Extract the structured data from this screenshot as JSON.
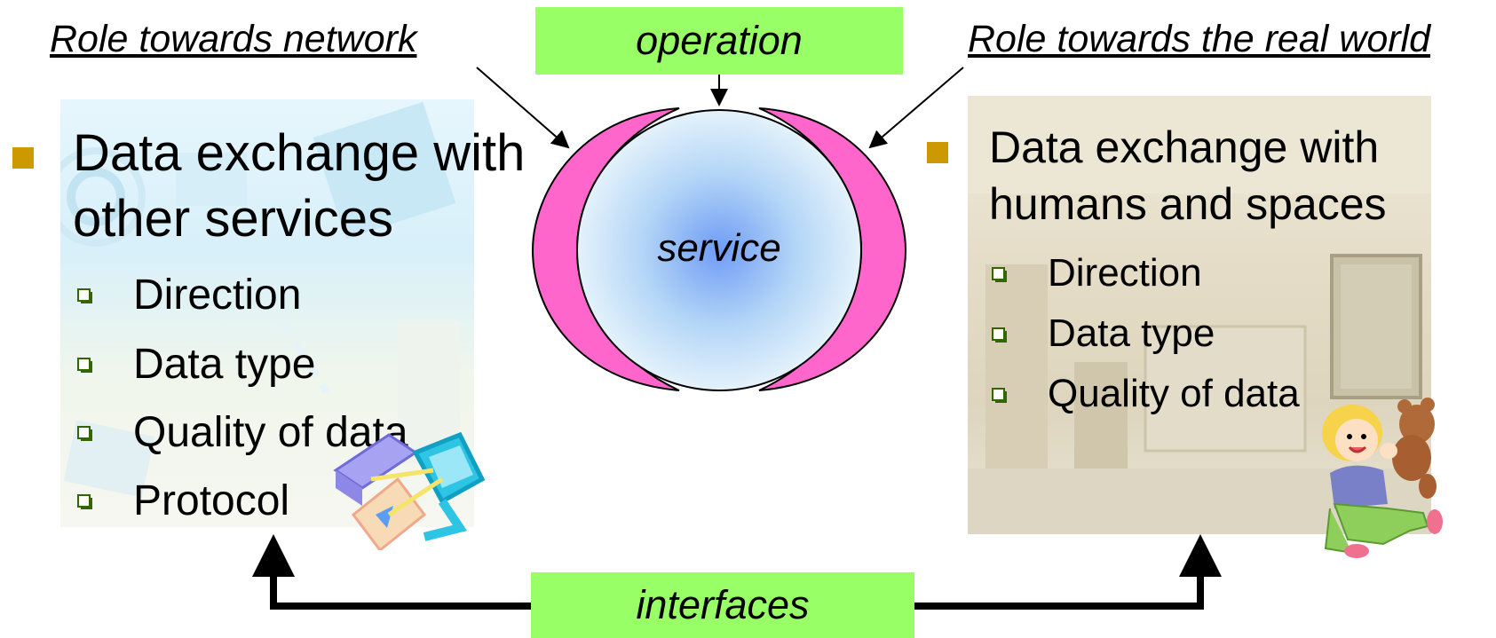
{
  "headings": {
    "left": "Role towards network",
    "right": "Role towards the real world"
  },
  "labels": {
    "operation": "operation",
    "service": "service",
    "interfaces": "interfaces"
  },
  "left_panel": {
    "title_line1": "Data exchange with",
    "title_line2": "other services",
    "items": [
      "Direction",
      "Data type",
      "Quality of data",
      "Protocol"
    ]
  },
  "right_panel": {
    "title_line1": "Data exchange with",
    "title_line2": "humans and spaces",
    "items": [
      "Direction",
      "Data type",
      "Quality of data"
    ]
  },
  "colors": {
    "green_box": "#99ff66",
    "crescent": "#ff66cc",
    "service_center": "#6f9cf5",
    "service_edge": "#e4f2fb",
    "bullet": "#cc9900",
    "sub_bullet": "#336600"
  }
}
